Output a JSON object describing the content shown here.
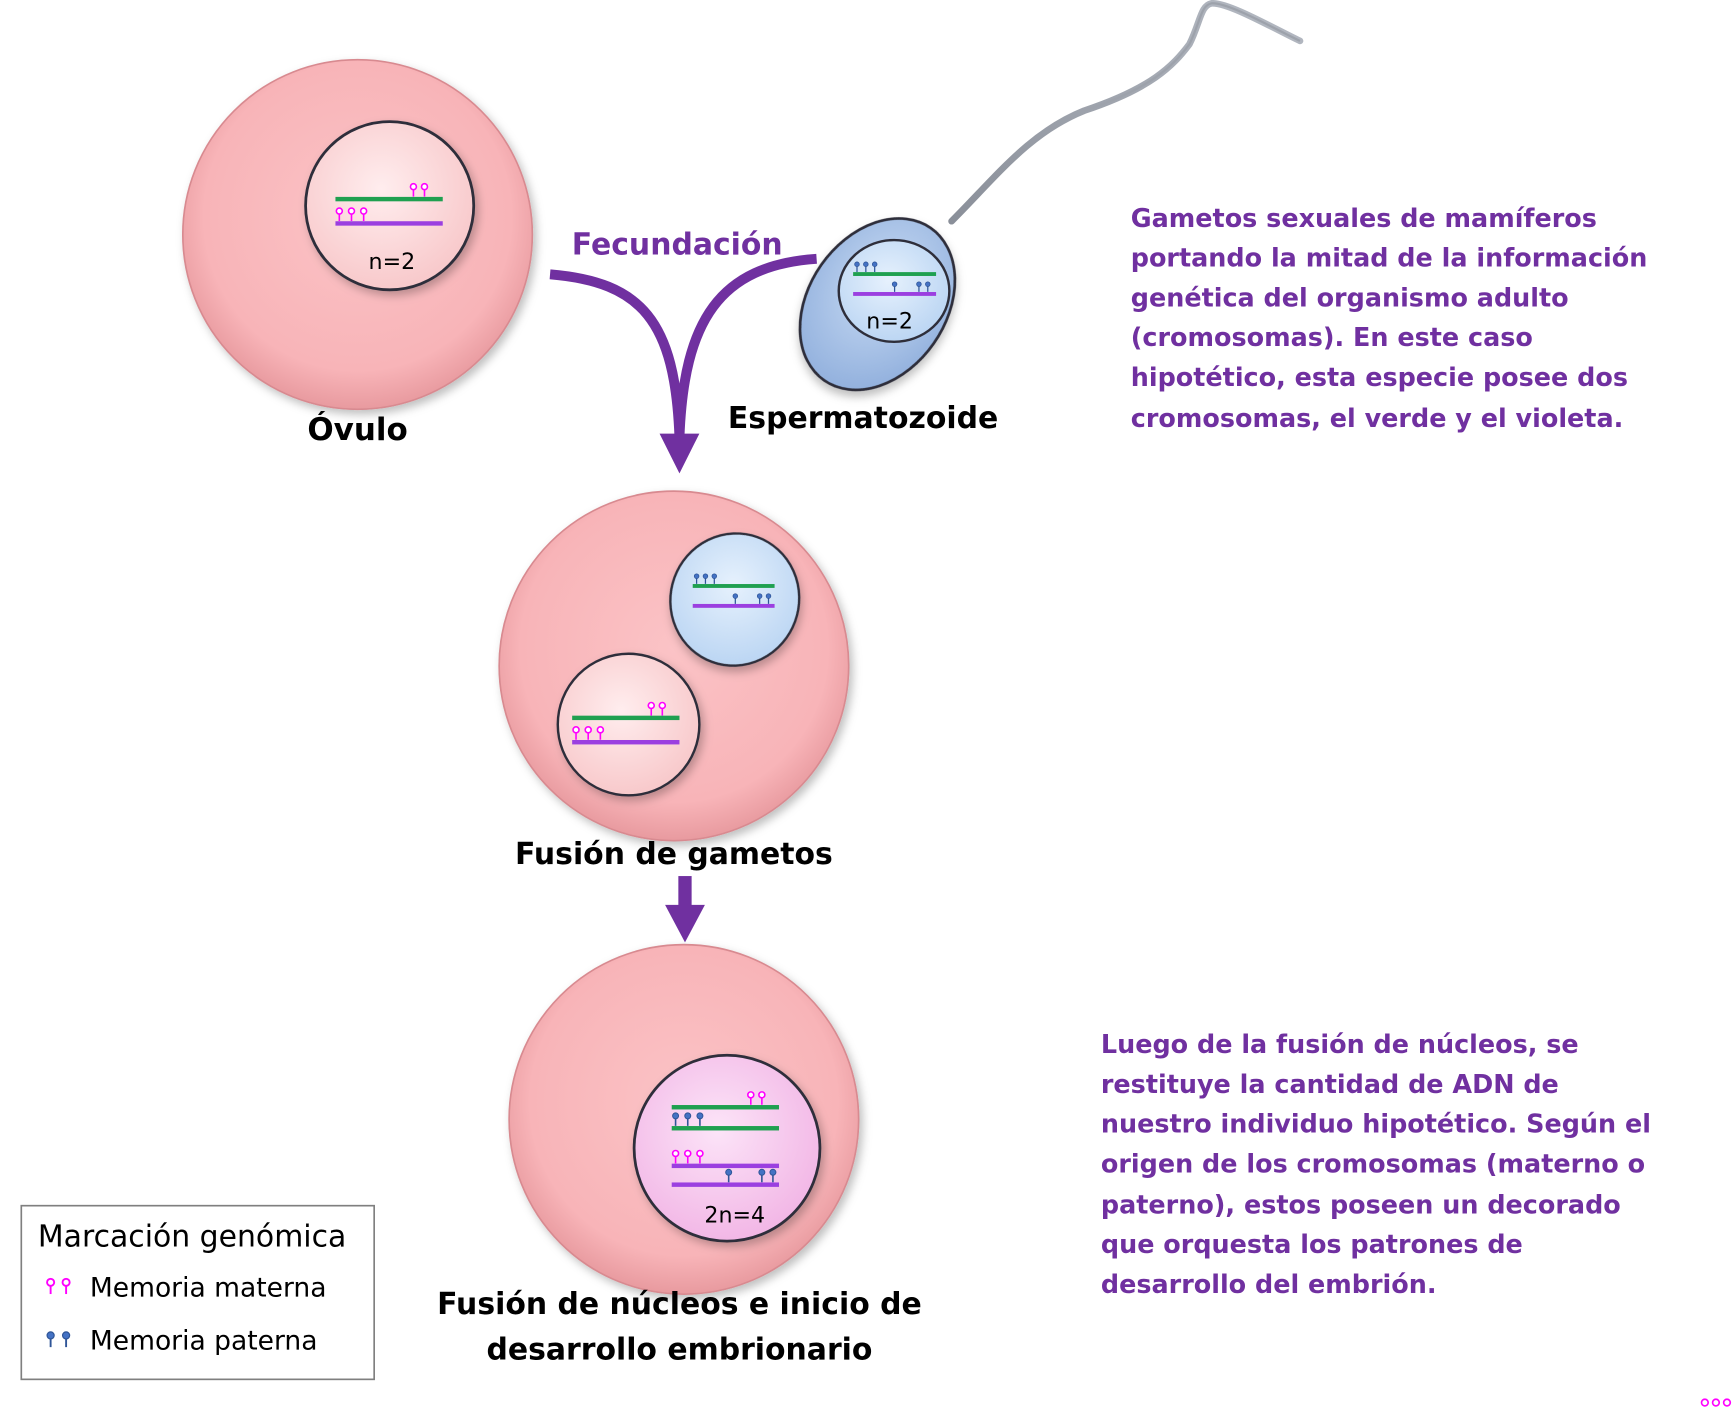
{
  "labels": {
    "ovulo": "Óvulo",
    "espermatozoide": "Espermatozoide",
    "fecundacion": "Fecundación",
    "fusion_gametos": "Fusión de gametos",
    "fusion_nucleos_line1": "Fusión de núcleos e inicio de",
    "fusion_nucleos_line2": "desarrollo embrionario",
    "ploidy_ovulo": "n=2",
    "ploidy_esperm": "n=2",
    "ploidy_zygote": "2n=4"
  },
  "descriptions": {
    "gametes": [
      "Gametos sexuales de mamíferos",
      "portando la mitad de la información",
      "genética del organismo adulto",
      "(cromosomas). En este caso",
      "hipotético, esta especie posee dos",
      "cromosomas, el verde y el violeta."
    ],
    "fusion": [
      "Luego de la fusión de núcleos, se",
      "restituye la cantidad de ADN de",
      "nuestro individuo hipotético. Según el",
      "origen de los cromosomas (materno o",
      "paterno), estos poseen un decorado",
      "que orquesta los patrones de",
      "desarrollo del embrión."
    ]
  },
  "legend": {
    "title": "Marcación genómica",
    "items": [
      {
        "label": "Memoria materna",
        "color": "#FF00FF"
      },
      {
        "label": "Memoria paterna",
        "color": "#2F5597"
      }
    ]
  },
  "colors": {
    "cell_pink": "#F8B4B8",
    "nucleus_pink": "#FCD9D9",
    "sperm_blue": "#A9C4E8",
    "nucleus_blue": "#CFE3F8",
    "zygote_nucleus": "#F9CCEF",
    "chrom_green": "#1FA050",
    "chrom_violet": "#9B3FE0",
    "accent_purple": "#7030A0",
    "maternal_mark": "#FF00FF",
    "paternal_mark": "#2F5597"
  }
}
